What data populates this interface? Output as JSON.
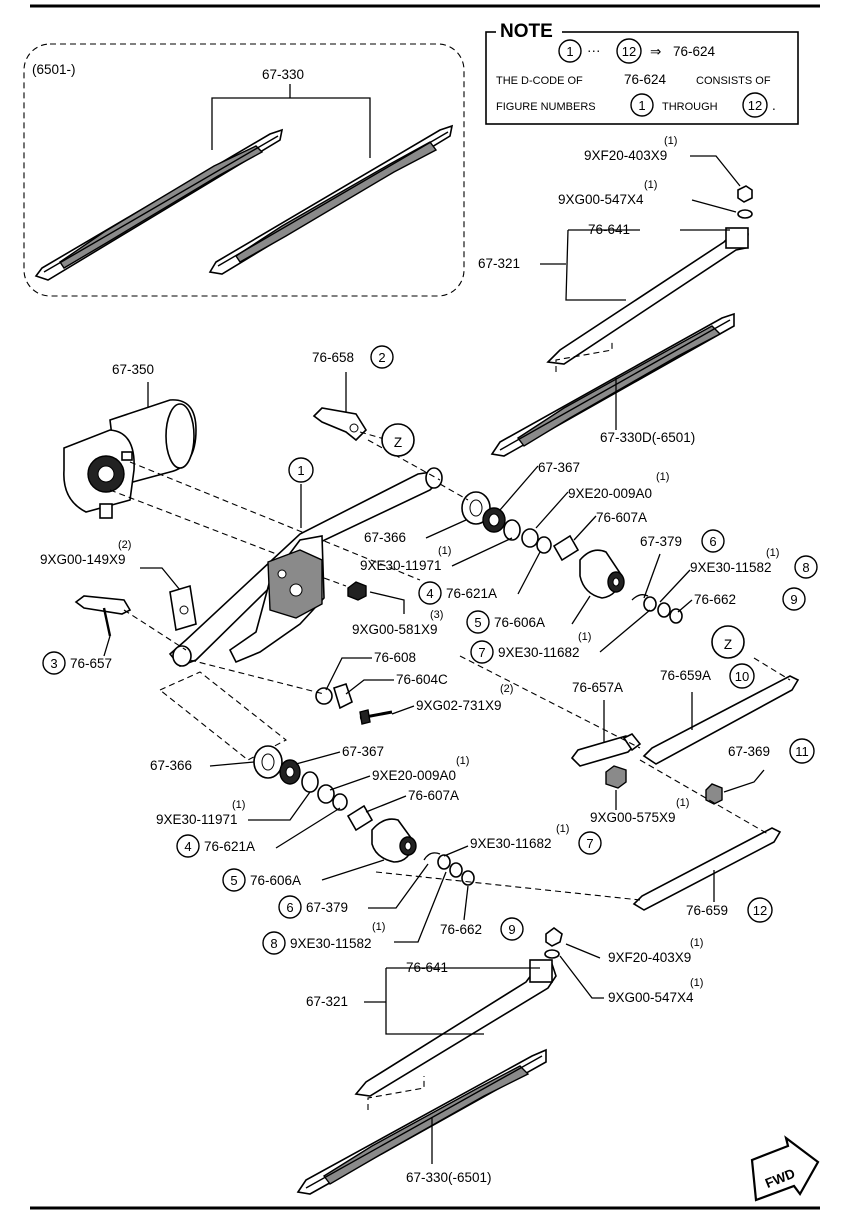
{
  "note": {
    "title": "NOTE",
    "range_start": "1",
    "range_end": "12",
    "arrow": "⇒",
    "dots": "···",
    "dcode": "76-624",
    "line2_prefix": "THE D-CODE OF",
    "line2_code": "76-624",
    "line2_suffix": "CONSISTS OF",
    "line3_prefix": "FIGURE NUMBERS",
    "line3_through": "THROUGH",
    "line3_end": "."
  },
  "inset": {
    "label": "(6501-)",
    "part": "67-330"
  },
  "fwd": "FWD",
  "icons": {
    "fwd_arrow": "fwd-arrow-icon",
    "ref_marker": "z-marker-icon"
  },
  "labels": {
    "a_9xf20_top": "9XF20-403X9",
    "a_9xf20_top_q": "(1)",
    "a_9xg00_top": "9XG00-547X4",
    "a_9xg00_top_q": "(1)",
    "a_76641_top": "76-641",
    "a_67321_top": "67-321",
    "a_67330d": "67-330D(-6501)",
    "a_67350": "67-350",
    "a_76658": "76-658",
    "a_76658_n": "2",
    "z_top": "Z",
    "fig1": "1",
    "a_67367_top": "67-367",
    "a_9xe20_top": "9XE20-009A0",
    "a_9xe20_top_q": "(1)",
    "a_76607a_top": "76-607A",
    "a_67366_top": "67-366",
    "a_9xe30_11971_top": "9XE30-11971",
    "a_9xe30_11971_top_q": "(1)",
    "a_67379_top": "67-379",
    "a_67379_top_n": "6",
    "a_9xe30_11582_top": "9XE30-11582",
    "a_9xe30_11582_top_q": "(1)",
    "a_9xe30_11582_top_n": "8",
    "a_76621a_top": "76-621A",
    "a_76621a_top_n": "4",
    "a_76662_top": "76-662",
    "a_76662_top_n": "9",
    "a_76606a_top": "76-606A",
    "a_76606a_top_n": "5",
    "a_9xe30_11682_top": "9XE30-11682",
    "a_9xe30_11682_top_q": "(1)",
    "a_9xe30_11682_top_n": "7",
    "a_9xg00_149": "9XG00-149X9",
    "a_9xg00_149_q": "(2)",
    "a_9xg00_581": "9XG00-581X9",
    "a_9xg00_581_q": "(3)",
    "a_76657": "76-657",
    "a_76657_n": "3",
    "a_76608": "76-608",
    "a_76604c": "76-604C",
    "a_9xg02": "9XG02-731X9",
    "a_9xg02_q": "(2)",
    "z_right": "Z",
    "a_76657a": "76-657A",
    "a_76659a": "76-659A",
    "a_76659a_n": "10",
    "a_67369": "67-369",
    "a_67369_n": "11",
    "a_9xg00_575": "9XG00-575X9",
    "a_9xg00_575_q": "(1)",
    "a_67366_bot": "67-366",
    "a_67367_bot": "67-367",
    "a_9xe20_bot": "9XE20-009A0",
    "a_9xe20_bot_q": "(1)",
    "a_9xe30_11971_bot": "9XE30-11971",
    "a_9xe30_11971_bot_q": "(1)",
    "a_76607a_bot": "76-607A",
    "a_76621a_bot": "76-621A",
    "a_76621a_bot_n": "4",
    "a_9xe30_11682_bot": "9XE30-11682",
    "a_9xe30_11682_bot_q": "(1)",
    "a_9xe30_11682_bot_n": "7",
    "a_76606a_bot": "76-606A",
    "a_76606a_bot_n": "5",
    "a_67379_bot": "67-379",
    "a_67379_bot_n": "6",
    "a_76659": "76-659",
    "a_76659_n": "12",
    "a_9xe30_11582_bot": "9XE30-11582",
    "a_9xe30_11582_bot_q": "(1)",
    "a_9xe30_11582_bot_n": "8",
    "a_76662_bot": "76-662",
    "a_76662_bot_n": "9",
    "a_9xf20_bot": "9XF20-403X9",
    "a_9xf20_bot_q": "(1)",
    "a_76641_bot": "76-641",
    "a_9xg00_bot": "9XG00-547X4",
    "a_9xg00_bot_q": "(1)",
    "a_67321_bot": "67-321",
    "a_67330_bot": "67-330(-6501)"
  }
}
